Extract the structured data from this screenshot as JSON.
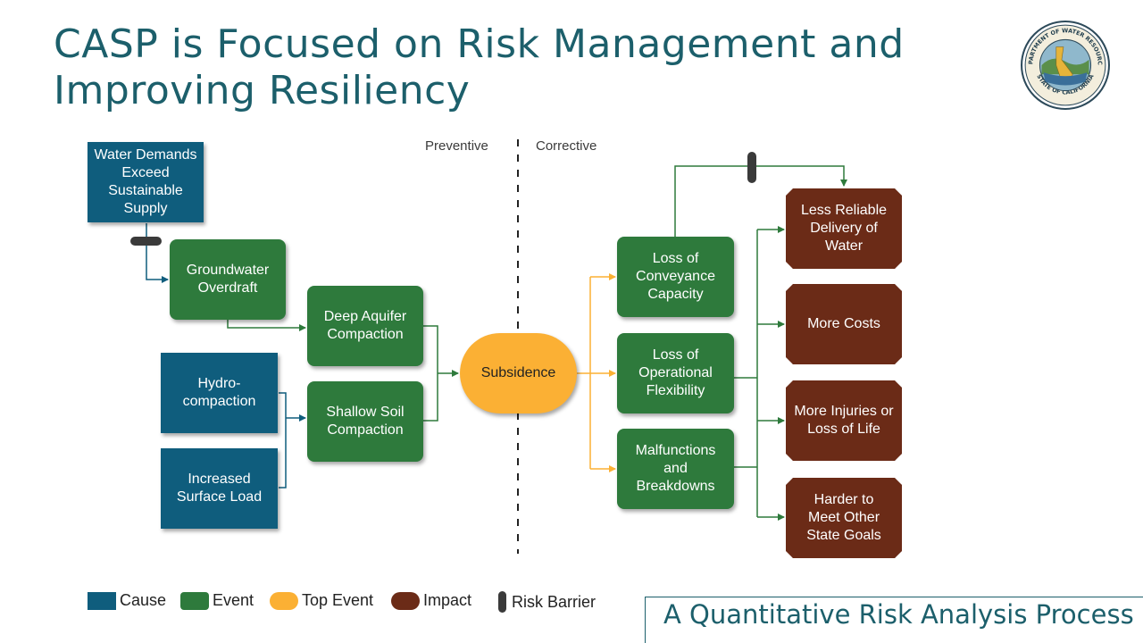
{
  "slide": {
    "title_line1": "CASP is Focused on Risk Management and",
    "title_line2": "Improving Resiliency",
    "footer": "A Quantitative Risk Analysis Process"
  },
  "seal": {
    "top_text": "DEPARTMENT OF WATER RESOURCES",
    "bottom_text": "STATE OF CALIFORNIA"
  },
  "diagram": {
    "preventive_label": "Preventive",
    "corrective_label": "Corrective",
    "causes": {
      "water_demands": "Water Demands Exceed Sustainable Supply",
      "hydro_compaction": "Hydro-compaction",
      "surface_load": "Increased Surface Load"
    },
    "events": {
      "groundwater_overdraft": "Groundwater Overdraft",
      "deep_aquifer": "Deep Aquifer Compaction",
      "shallow_soil": "Shallow Soil Compaction",
      "loss_conveyance": "Loss of Conveyance Capacity",
      "loss_operational": "Loss of Operational Flexibility",
      "malfunctions": "Malfunctions and Breakdowns"
    },
    "top_event": "Subsidence",
    "impacts": {
      "less_reliable": "Less Reliable Delivery of Water",
      "more_costs": "More Costs",
      "more_injuries": "More Injuries or Loss of Life",
      "harder_goals": "Harder to Meet Other State Goals"
    }
  },
  "legend": {
    "cause": "Cause",
    "event": "Event",
    "top_event": "Top Event",
    "impact": "Impact",
    "risk_barrier": "Risk Barrier"
  },
  "colors": {
    "cause": "#0f5d7d",
    "event": "#2e7a3c",
    "top_event": "#fbb034",
    "impact": "#6b2b17",
    "barrier": "#3a3a3a",
    "title": "#1c5f6b"
  }
}
